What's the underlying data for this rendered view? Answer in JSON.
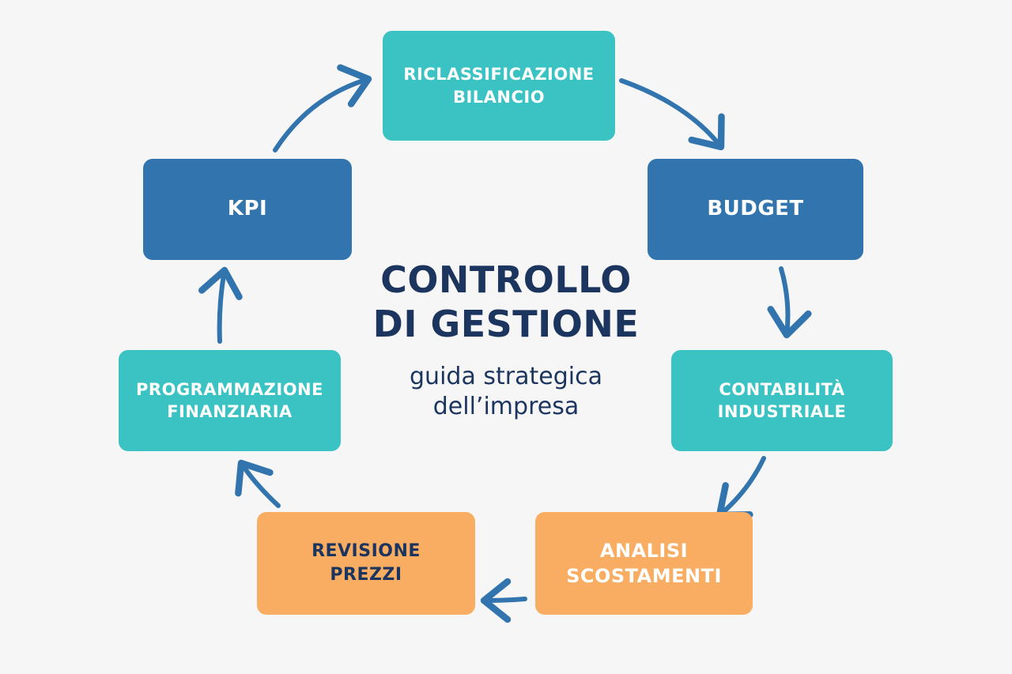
{
  "colors": {
    "teal": "#3bc2c3",
    "blue": "#3274ad",
    "orange": "#f8ad62",
    "navy": "#1b355e",
    "arrow": "#3274ad"
  },
  "center": {
    "title": "CONTROLLO\nDI GESTIONE",
    "subtitle": "guida strategica\ndell’impresa"
  },
  "steps": [
    {
      "id": "riclassificazione",
      "label": "RICLASSIFICAZIONE\nBILANCIO"
    },
    {
      "id": "budget",
      "label": "BUDGET"
    },
    {
      "id": "contabilita",
      "label": "CONTABILITÀ\nINDUSTRIALE"
    },
    {
      "id": "analisi",
      "label": "ANALISI\nSCOSTAMENTI"
    },
    {
      "id": "revisione",
      "label": "REVISIONE\nPREZZI"
    },
    {
      "id": "programmazione",
      "label": "PROGRAMMAZIONE\nFINANZIARIA"
    },
    {
      "id": "kpi",
      "label": "KPI"
    }
  ]
}
